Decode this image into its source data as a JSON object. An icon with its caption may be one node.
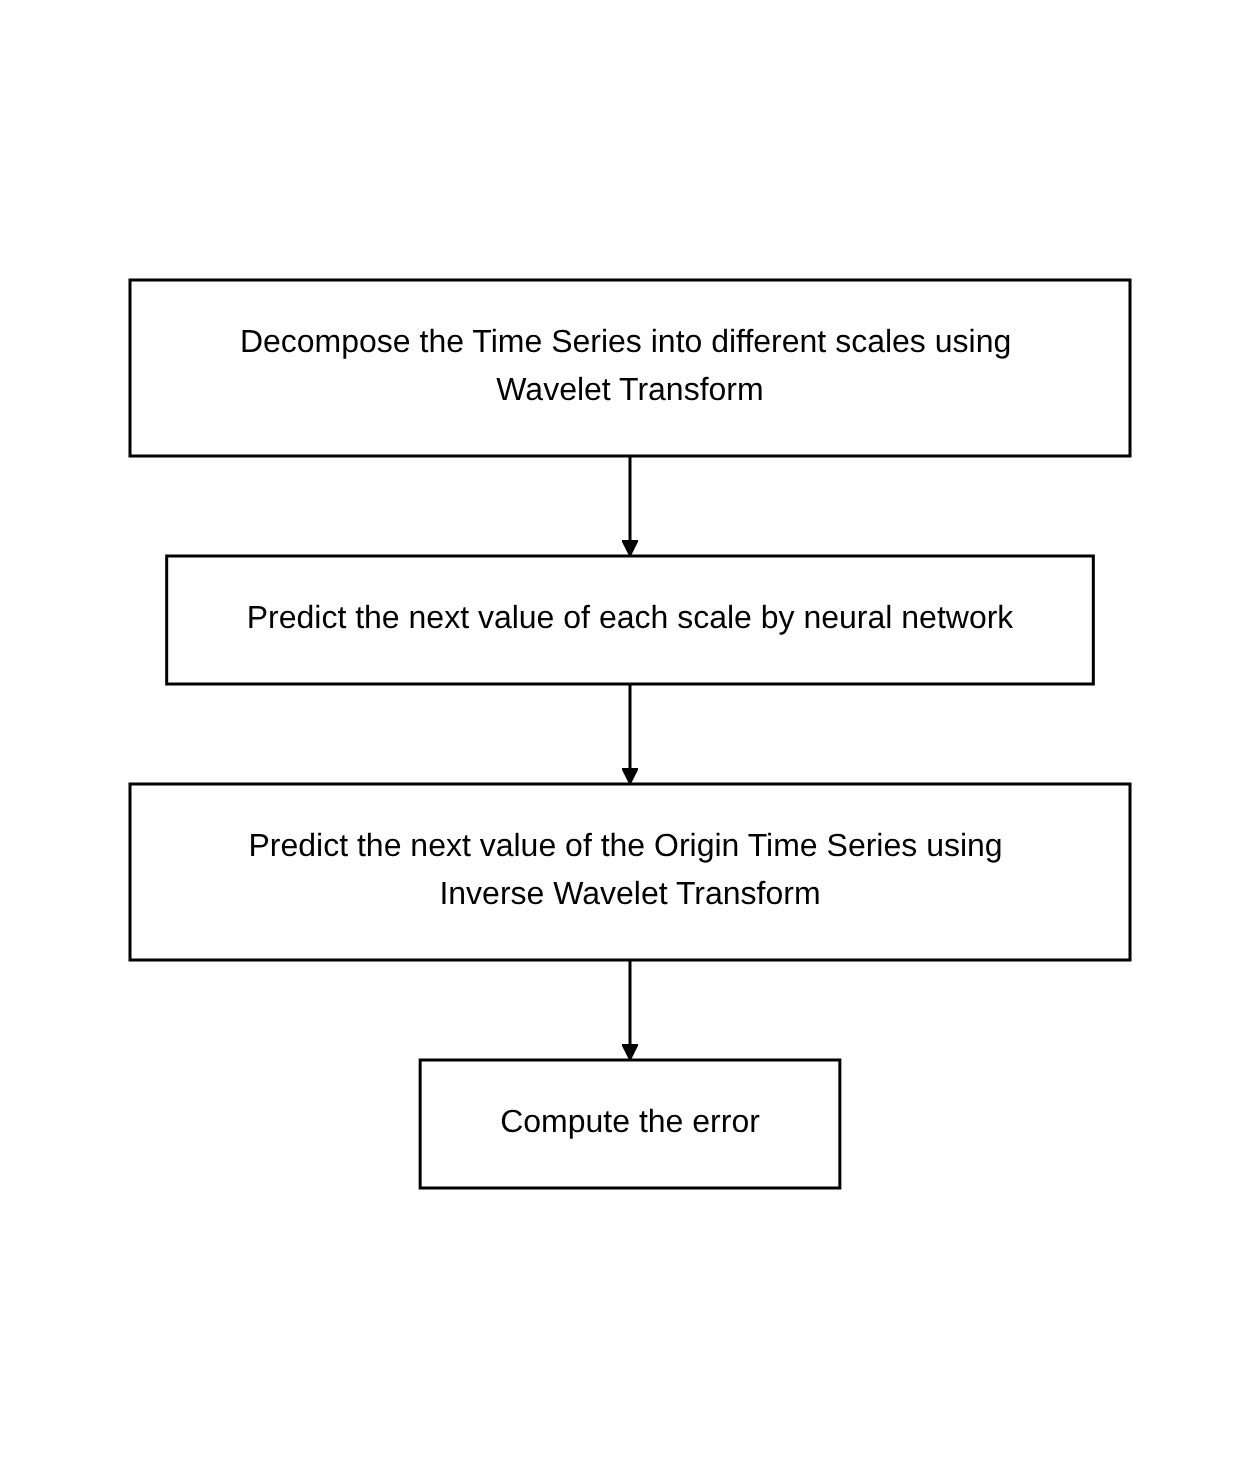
{
  "diagram": {
    "nodes": [
      {
        "text": [
          "Decompose the Time Series into different scales using Wavelet Transform"
        ]
      },
      {
        "text": [
          "Predict the next value of each scale by neural network"
        ]
      },
      {
        "text": [
          "Predict the next value of the Origin Time Series using Inverse Wavelet Transform"
        ]
      },
      {
        "text": [
          "Compute the error"
        ]
      }
    ],
    "edges": [
      {
        "from": 0,
        "to": 1,
        "arrow": "to"
      },
      {
        "from": 1,
        "to": 2,
        "arrow": "to"
      },
      {
        "from": 2,
        "to": 3,
        "arrow": "to"
      }
    ]
  }
}
